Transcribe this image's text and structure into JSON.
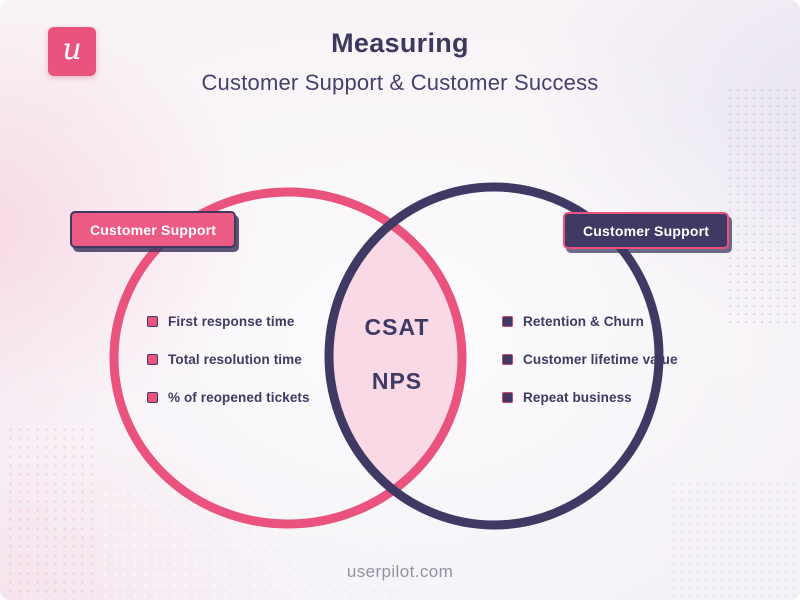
{
  "brand": {
    "logo_letter": "u"
  },
  "header": {
    "title": "Measuring",
    "subtitle": "Customer Support & Customer Success"
  },
  "venn": {
    "left": {
      "label": "Customer Support",
      "items": [
        "First response time",
        "Total resolution time",
        "% of reopened tickets"
      ]
    },
    "right": {
      "label": "Customer Support",
      "items": [
        "Retention & Churn",
        "Customer lifetime value",
        "Repeat business"
      ]
    },
    "overlap": {
      "items": [
        "CSAT",
        "NPS"
      ]
    }
  },
  "footer": {
    "website": "userpilot.com"
  },
  "colors": {
    "pink": "#e9537d",
    "dark_purple": "#3f3963",
    "overlap_fill": "#f8d9e5",
    "text": "#3e3a63"
  }
}
